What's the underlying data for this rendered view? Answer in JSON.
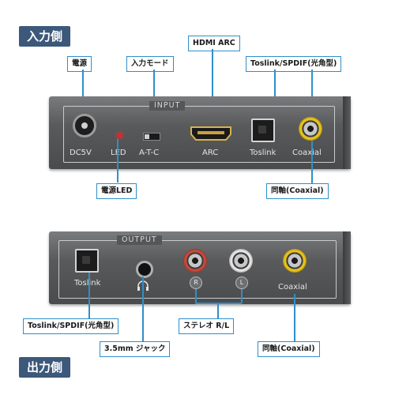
{
  "input_section": {
    "tag": "入力側",
    "panel_title": "INPUT",
    "callouts": {
      "power": "電源",
      "input_mode": "入力モード",
      "hdmi_arc": "HDMI ARC",
      "toslink_spdif": "Toslink/SPDIF(光角型)",
      "power_led": "電源LED",
      "coaxial": "同軸(Coaxial)"
    },
    "ports": {
      "dc": "DC5V",
      "led": "LED",
      "switch": "A-T-C",
      "arc": "ARC",
      "toslink": "Toslink",
      "coaxial": "Coaxial"
    }
  },
  "output_section": {
    "tag": "出力側",
    "panel_title": "OUTPUT",
    "callouts": {
      "toslink_spdif": "Toslink/SPDIF(光角型)",
      "stereo": "ステレオ R/L",
      "jack": "3.5mm ジャック",
      "coaxial": "同軸(Coaxial)"
    },
    "ports": {
      "toslink": "Toslink",
      "r": "R",
      "l": "L",
      "coaxial": "Coaxial"
    }
  },
  "colors": {
    "tag_bg": "#3c587a",
    "callout_border": "#2f8fc9",
    "device_body": "#595a5c",
    "rca_red": "#c94a3b",
    "rca_white": "#e5e5e5",
    "rca_yellow": "#e9c31a",
    "led_red": "#d8272a"
  },
  "icons": [
    "headphone-icon"
  ]
}
